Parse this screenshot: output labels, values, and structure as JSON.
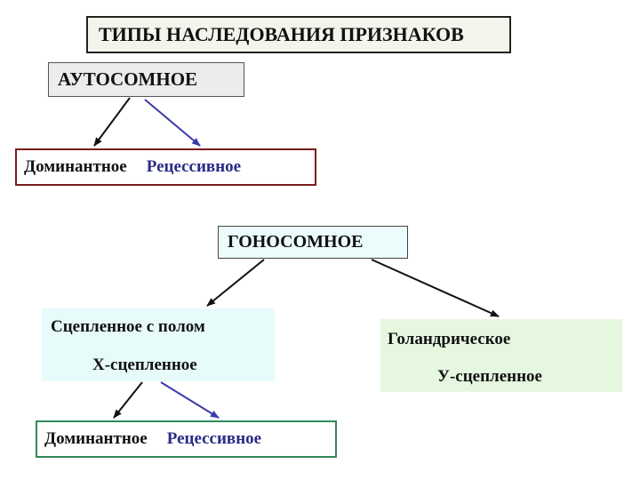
{
  "title": "ТИПЫ НАСЛЕДОВАНИЯ ПРИЗНАКОВ",
  "autosomal": {
    "label": "АУТОСОМНОЕ",
    "dominant": "Доминантное",
    "recessive": "Рецессивное"
  },
  "gonosomal": {
    "label": "ГОНОСОМНОЕ",
    "sex_linked": {
      "label": "Сцепленное с полом",
      "sublabel": "Х-сцепленное",
      "dominant": "Доминантное",
      "recessive": "Рецессивное"
    },
    "holandric": {
      "label": "Голандрическое",
      "sublabel": "У-сцепленное"
    }
  },
  "colors": {
    "black_arrow": "#111111",
    "blue_arrow": "#3a3aa8",
    "autosomal_pair_border": "#7a1c1c",
    "sex_pair_border": "#2f8a5a",
    "gonosomal_fill": "#ecfbfb",
    "sex_linked_fill": "#e7fbfb",
    "holandric_fill": "#e6f7e0"
  }
}
